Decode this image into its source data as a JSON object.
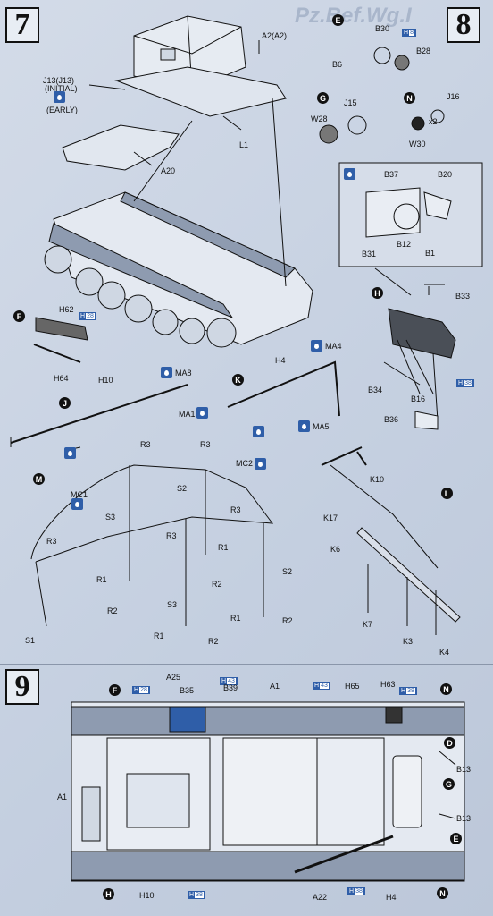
{
  "steps": {
    "s7": "7",
    "s8": "8",
    "s9": "9"
  },
  "watermark": "Pz.Bef.Wg.I",
  "callouts": {
    "E1": "E",
    "G1": "G",
    "N1": "N",
    "F1": "F",
    "H1": "H",
    "J1": "J",
    "K1": "K",
    "M1": "M",
    "L1": "L",
    "F9": "F",
    "N9a": "N",
    "D9": "D",
    "G9": "G",
    "E9": "E",
    "H9": "H",
    "N9b": "N"
  },
  "labels": {
    "A2": "A2(A2)",
    "J13": "J13(J13)",
    "initial": "(INITIAL)",
    "early": "(EARLY)",
    "L1": "L1",
    "A20": "A20",
    "B30": "B30",
    "B6": "B6",
    "B28": "B28",
    "J15": "J15",
    "W28": "W28",
    "J16": "J16",
    "W30": "W30",
    "x2": "x2",
    "B37": "B37",
    "B20": "B20",
    "B12": "B12",
    "B31": "B31",
    "B1": "B1",
    "B33": "B33",
    "B34": "B34",
    "B16": "B16",
    "B36": "B36",
    "H62": "H62",
    "H64": "H64",
    "H10": "H10",
    "MA8": "MA8",
    "MA1": "MA1",
    "H4": "H4",
    "MA4": "MA4",
    "MA5": "MA5",
    "R3a": "R3",
    "R3b": "R3",
    "R3c": "R3",
    "R3d": "R3",
    "R3e": "R3",
    "MC1": "MC1",
    "MC2": "MC2",
    "S2a": "S2",
    "S2b": "S2",
    "S3a": "S3",
    "S3b": "S3",
    "R1a": "R1",
    "R2a": "R2",
    "R1b": "R1",
    "R2b": "R2",
    "R1c": "R1",
    "R2c": "R2",
    "R1d": "R1",
    "R2d": "R2",
    "S1": "S1",
    "K10": "K10",
    "K17": "K17",
    "K6": "K6",
    "K7": "K7",
    "K3": "K3",
    "K4": "K4",
    "A25": "A25",
    "B35": "B35",
    "B39": "B39",
    "A1a": "A1",
    "H65": "H65",
    "H63": "H63",
    "B13a": "B13",
    "B13b": "B13",
    "A1b": "A1",
    "A22": "A22",
    "H10b": "H10",
    "H4b": "H4"
  },
  "badges": {
    "b8": {
      "prefix": "H",
      "num": "8"
    },
    "bH28": {
      "prefix": "H",
      "num": "28"
    },
    "bH38": {
      "prefix": "H",
      "num": "38"
    },
    "b9F": {
      "prefix": "H",
      "num": "28"
    },
    "b9B39": {
      "prefix": "H",
      "num": "43"
    },
    "b9H65": {
      "prefix": "H",
      "num": "43"
    },
    "b9H63": {
      "prefix": "H",
      "num": "38"
    },
    "b9H10": {
      "prefix": "H",
      "num": "38"
    },
    "b9H4": {
      "prefix": "H",
      "num": "38"
    }
  },
  "colors": {
    "paint_blue": "#2f5ea8",
    "line": "#111111"
  }
}
